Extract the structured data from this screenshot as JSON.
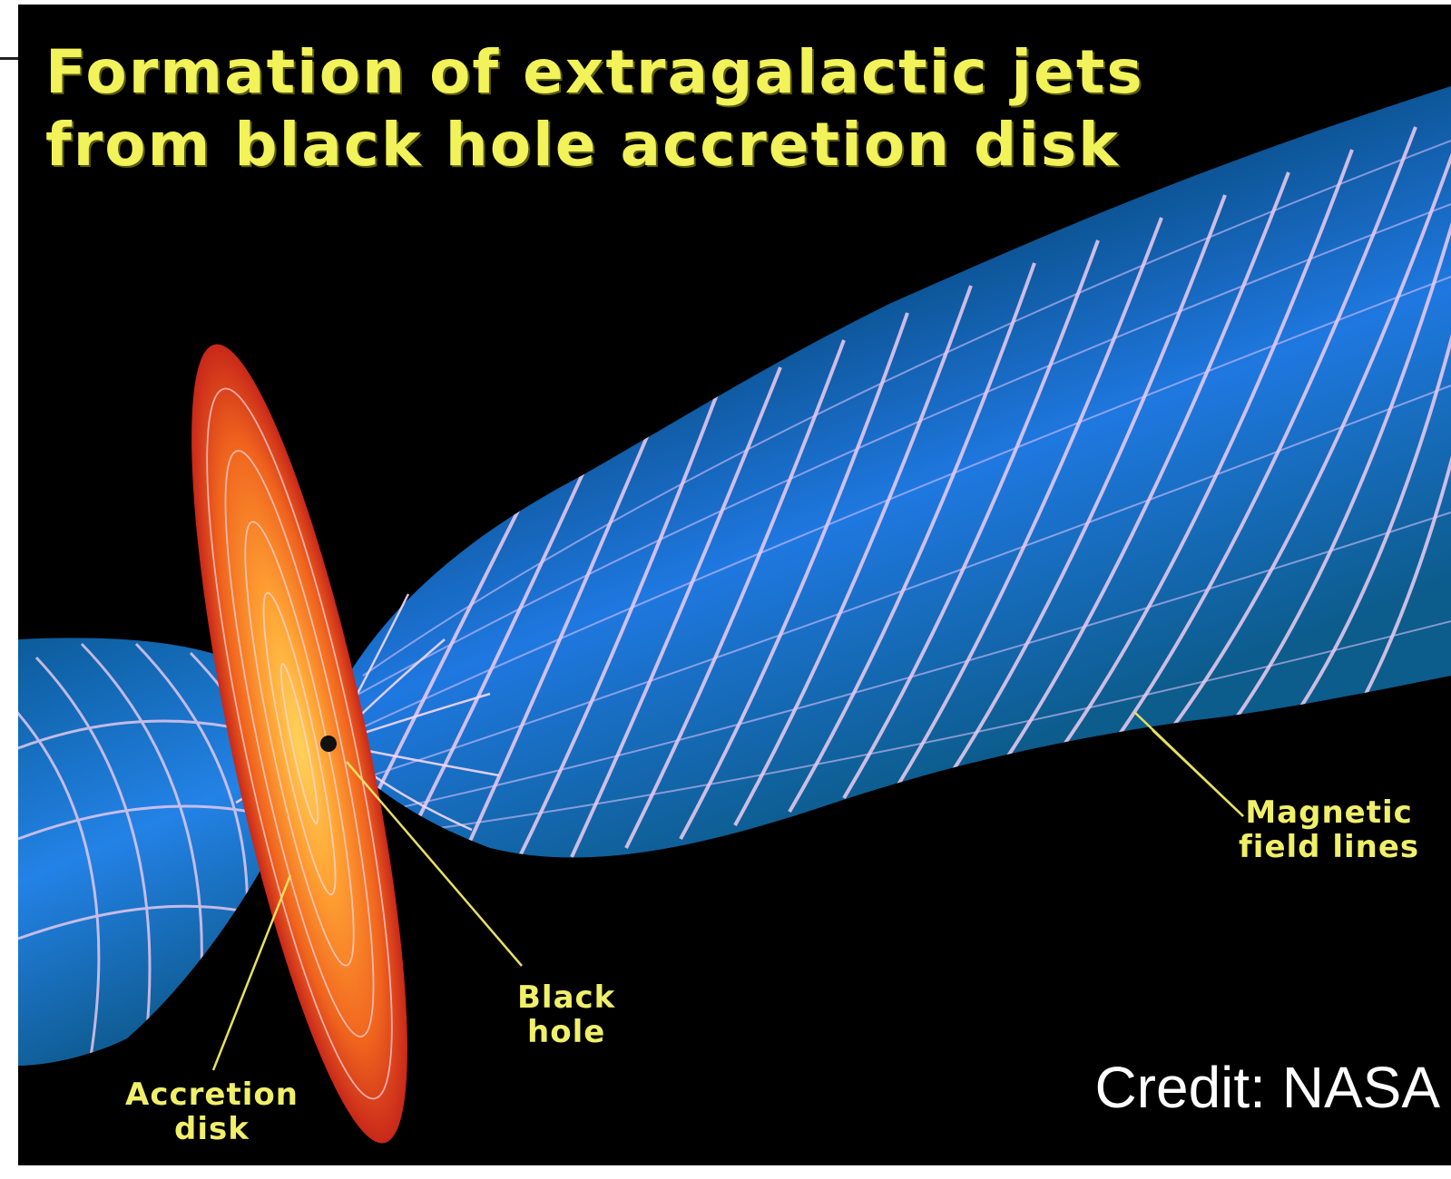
{
  "title": {
    "line1": "Formation of extragalactic jets",
    "line2": "from black hole accretion disk"
  },
  "labels": {
    "magnetic": {
      "line1": "Magnetic",
      "line2": "field lines"
    },
    "black_hole": {
      "line1": "Black",
      "line2": "hole"
    },
    "accretion": {
      "line1": "Accretion",
      "line2": "disk"
    }
  },
  "credit": "Credit: NASA",
  "colors": {
    "background": "#000000",
    "title_text": "#f2f25a",
    "label_text": "#f0ef6a",
    "jet_blue": "#1e6fd0",
    "field_lines": "#f0cdf0",
    "disk_orange": "#ff8a1e",
    "disk_red": "#d42a14",
    "credit_text": "#ffffff"
  }
}
